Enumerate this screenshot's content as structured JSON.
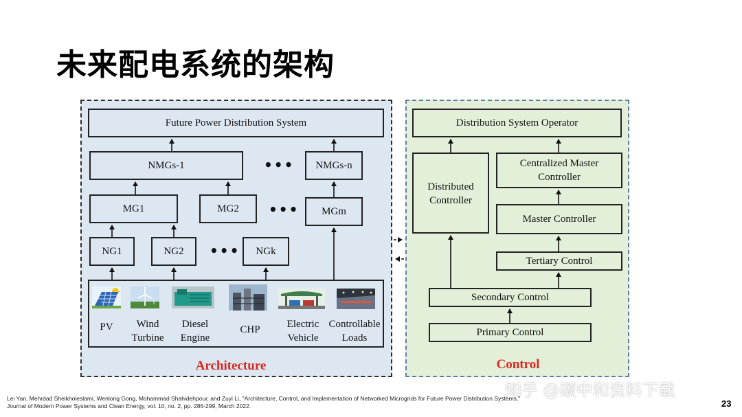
{
  "slide": {
    "title": "未来配电系统的架构",
    "page_number": "23",
    "citation_line1": "Lei Yan, Mehrdad Sheikholeslami, Wenlong Gong, Mohammad Shahidehpour, and Zuyi Li, \"Architecture, Control, and Implementation of Networked Microgrids for Future Power Distribution Systems,\"",
    "citation_line2": "Journal of Modern Power Systems and Clean Energy, vol. 10, no. 2, pp. 286-299, March 2022.",
    "watermark": "知乎 @碳中和资料下载"
  },
  "colors": {
    "architecture_bg": "#dde7f2",
    "control_bg": "#e3efd9",
    "label_red": "#d92a1e"
  },
  "architecture": {
    "label": "Architecture",
    "top_box": "Future Power Distribution System",
    "nmgs_1": "NMGs-1",
    "nmgs_n": "NMGs-n",
    "mg1": "MG1",
    "mg2": "MG2",
    "mgm": "MGm",
    "ng1": "NG1",
    "ng2": "NG2",
    "ngk": "NGk",
    "ellipsis": "•••",
    "resources": [
      {
        "lines": [
          "PV"
        ],
        "icon": "solar-panel-icon"
      },
      {
        "lines": [
          "Wind",
          "Turbine"
        ],
        "icon": "wind-turbine-icon"
      },
      {
        "lines": [
          "Diesel",
          "Engine"
        ],
        "icon": "diesel-generator-icon"
      },
      {
        "lines": [
          "CHP"
        ],
        "icon": "chp-plant-icon"
      },
      {
        "lines": [
          "Electric",
          "Vehicle"
        ],
        "icon": "ev-charging-icon"
      },
      {
        "lines": [
          "Controllable",
          "Loads"
        ],
        "icon": "controllable-loads-icon"
      }
    ]
  },
  "control": {
    "label": "Control",
    "operator": "Distribution System Operator",
    "distributed_l1": "Distributed",
    "distributed_l2": "Controller",
    "centralized_l1": "Centralized Master",
    "centralized_l2": "Controller",
    "master": "Master Controller",
    "tertiary": "Tertiary Control",
    "secondary": "Secondary Control",
    "primary": "Primary Control"
  }
}
